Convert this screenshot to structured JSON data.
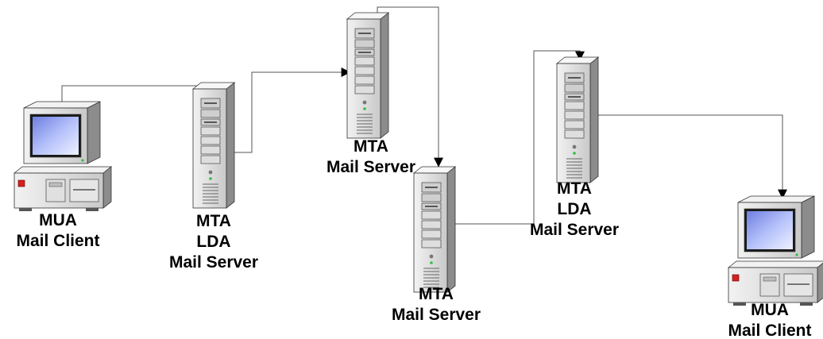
{
  "diagram": {
    "nodes": [
      {
        "id": "client-1",
        "icon": "desktop-computer-icon",
        "lines": [
          "MUA",
          "Mail Client"
        ]
      },
      {
        "id": "server-1",
        "icon": "tower-server-icon",
        "lines": [
          "MTA",
          "LDA",
          "Mail Server"
        ]
      },
      {
        "id": "server-2",
        "icon": "tower-server-icon",
        "lines": [
          "MTA",
          "Mail Server"
        ]
      },
      {
        "id": "server-3",
        "icon": "tower-server-icon",
        "lines": [
          "MTA",
          "Mail Server"
        ]
      },
      {
        "id": "server-4",
        "icon": "tower-server-icon",
        "lines": [
          "MTA",
          "LDA",
          "Mail Server"
        ]
      },
      {
        "id": "client-2",
        "icon": "desktop-computer-icon",
        "lines": [
          "MUA",
          "Mail Client"
        ]
      }
    ],
    "edges": [
      {
        "from": "client-1",
        "to": "server-1"
      },
      {
        "from": "server-1",
        "to": "server-2"
      },
      {
        "from": "server-2",
        "to": "server-3"
      },
      {
        "from": "server-3",
        "to": "server-4"
      },
      {
        "from": "server-4",
        "to": "client-2"
      }
    ],
    "colors": {
      "connector": "#555555",
      "arrowhead": "#000000",
      "case_light": "#e6e6e6",
      "case_shadow": "#8c8c8c",
      "screen": "#9aa8f0",
      "power_led": "#d42020",
      "status_led": "#30c040"
    }
  }
}
